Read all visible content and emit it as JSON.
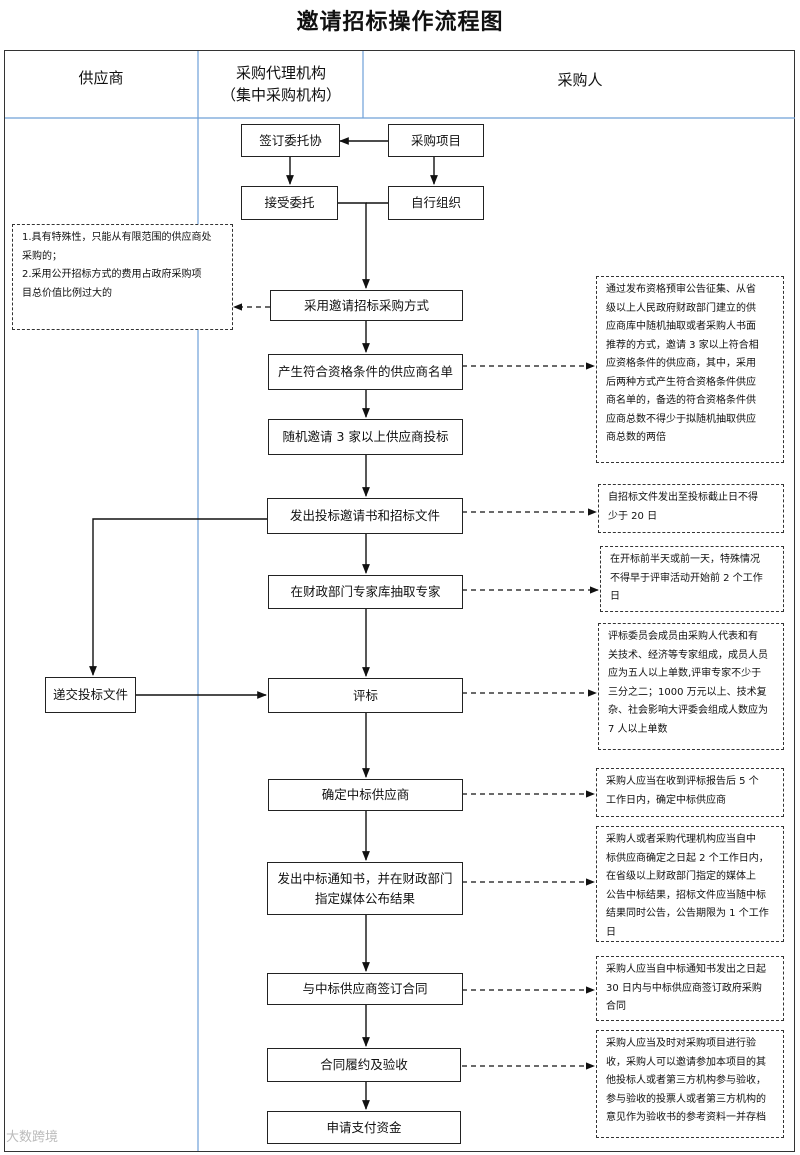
{
  "title": "邀请招标操作流程图",
  "columns": {
    "supplier": "供应商",
    "agency_line1": "采购代理机构",
    "agency_line2": "（集中采购机构）",
    "purchaser": "采购人"
  },
  "boxes": {
    "sign_entrust": "签订委托协",
    "purchase_project": "采购项目",
    "accept_entrust": "接受委托",
    "self_organize": "自行组织",
    "adopt_method": "采用邀请招标采购方式",
    "supplier_list": "产生符合资格条件的供应商名单",
    "random_invite": "随机邀请 3 家以上供应商投标",
    "issue_invitation": "发出投标邀请书和招标文件",
    "draw_experts": "在财政部门专家库抽取专家",
    "submit_bid": "递交投标文件",
    "evaluate": "评标",
    "determine_winner": "确定中标供应商",
    "notify_line1": "发出中标通知书，并在财政部门",
    "notify_line2": "指定媒体公布结果",
    "sign_contract": "与中标供应商签订合同",
    "perform_accept": "合同履约及验收",
    "apply_payment": "申请支付资金"
  },
  "notes": {
    "conditions": [
      "1.具有特殊性，只能从有限范围的供应商处",
      "采购的；",
      "2.采用公开招标方式的费用占政府采购项",
      "目总价值比例过大的"
    ],
    "supplier_list_note": [
      "通过发布资格预审公告征集、从省",
      "级以上人民政府财政部门建立的供",
      "应商库中随机抽取或者采购人书面",
      "推荐的方式，邀请 3 家以上符合相",
      "应资格条件的供应商，其中，采用",
      "后两种方式产生符合资格条件供应",
      "商名单的，备选的符合资格条件供",
      "应商总数不得少于拟随机抽取供应",
      "商总数的两倍"
    ],
    "deadline_note": [
      "自招标文件发出至投标截止日不得",
      "少于 20 日"
    ],
    "expert_note": [
      "在开标前半天或前一天，特殊情况",
      "不得早于评审活动开始前 2 个工作",
      "日"
    ],
    "evaluate_note": [
      "评标委员会成员由采购人代表和有",
      "关技术、经济等专家组成，成员人员",
      "应为五人以上单数,评审专家不少于",
      "三分之二；1000 万元以上、技术复",
      "杂、社会影响大评委会组成人数应为",
      "7 人以上单数"
    ],
    "winner_note": [
      "采购人应当在收到评标报告后 5 个",
      "工作日内，确定中标供应商"
    ],
    "notify_note": [
      "采购人或者采购代理机构应当自中",
      "标供应商确定之日起 2 个工作日内，",
      "在省级以上财政部门指定的媒体上",
      "公告中标结果，招标文件应当随中标",
      "结果同时公告，公告期限为 1 个工作",
      "日"
    ],
    "contract_note": [
      "采购人应当自中标通知书发出之日起",
      "30 日内与中标供应商签订政府采购",
      "合同"
    ],
    "accept_note": [
      "采购人应当及时对采购项目进行验",
      "收，采购人可以邀请参加本项目的其",
      "他投标人或者第三方机构参与验收，",
      "参与验收的投票人或者第三方机构的",
      "意见作为验收书的参考资料一并存档"
    ]
  },
  "watermark": "大数跨境"
}
